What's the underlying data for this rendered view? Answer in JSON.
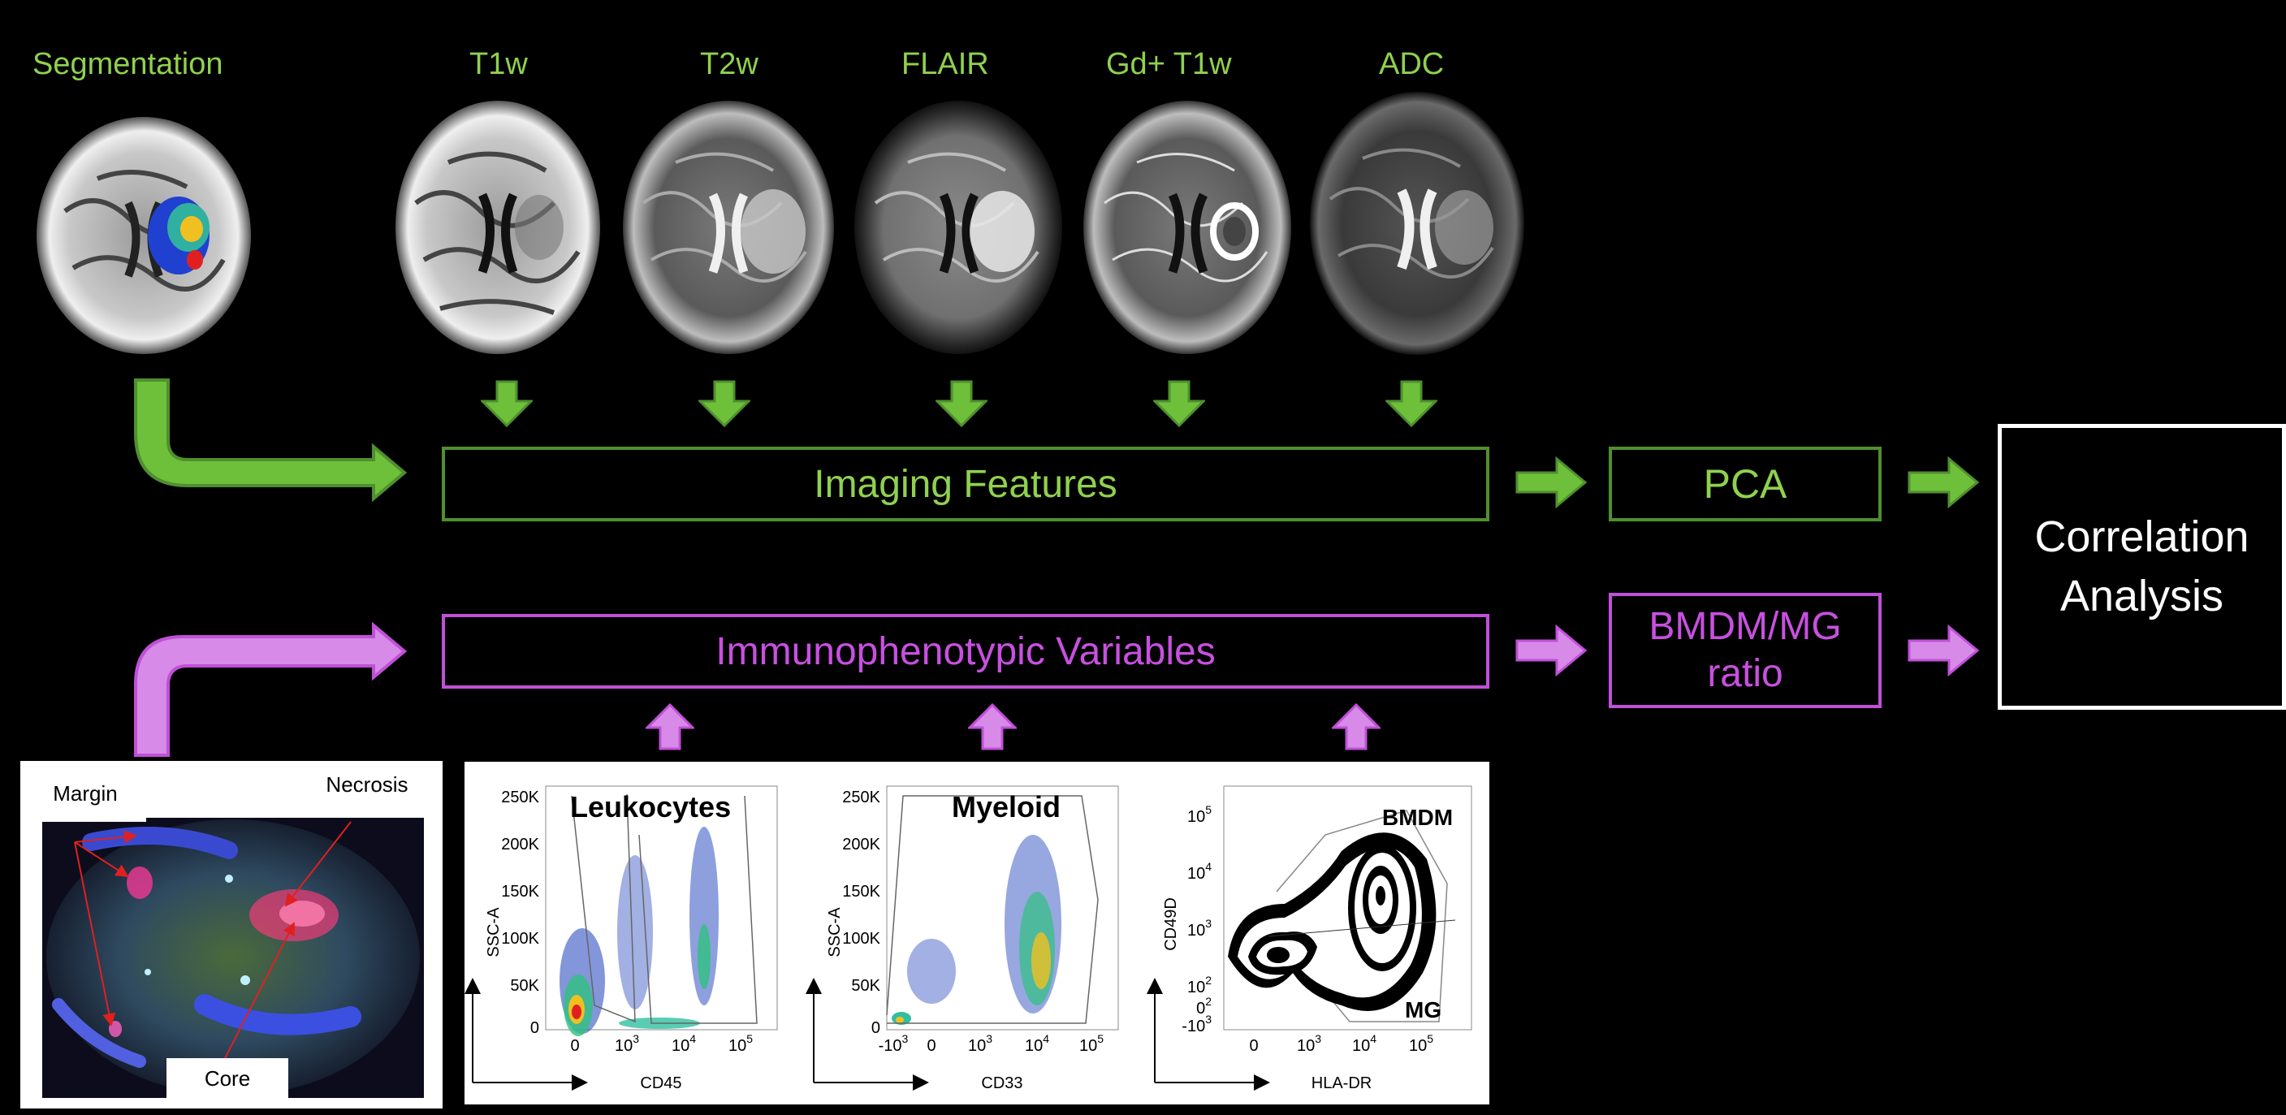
{
  "modalities": {
    "segmentation": "Segmentation",
    "t1w": "T1w",
    "t2w": "T2w",
    "flair": "FLAIR",
    "gd_t1w": "Gd+ T1w",
    "adc": "ADC"
  },
  "boxes": {
    "imaging_features": "Imaging Features",
    "pca": "PCA",
    "immuno_variables": "Immunophenotypic Variables",
    "bmdm_mg_ratio": "BMDM/MG ratio",
    "correlation_line1": "Correlation",
    "correlation_line2": "Analysis"
  },
  "photo_tags": {
    "margin": "Margin",
    "necrosis": "Necrosis",
    "core": "Core"
  },
  "flow_panels": {
    "leukocytes": {
      "title": "Leukocytes",
      "x_label": "CD45",
      "y_label": "SSC-A",
      "y_ticks": [
        "250K",
        "200K",
        "150K",
        "100K",
        "50K",
        "0"
      ],
      "x_ticks": [
        "0",
        "10",
        "10",
        "10"
      ],
      "x_tick_exps": [
        "",
        "3",
        "4",
        "5"
      ]
    },
    "myeloid": {
      "title": "Myeloid",
      "x_label": "CD33",
      "y_label": "SSC-A",
      "y_ticks": [
        "250K",
        "200K",
        "150K",
        "100K",
        "50K",
        "0"
      ],
      "x_ticks": [
        "-10",
        "0",
        "10",
        "10",
        "10"
      ],
      "x_tick_exps": [
        "3",
        "",
        "3",
        "4",
        "5"
      ]
    },
    "hla": {
      "title_top": "BMDM",
      "title_bottom": "MG",
      "x_label": "HLA-DR",
      "y_label": "CD49D",
      "y_ticks": [
        "10",
        "10",
        "10",
        "10",
        "0",
        "-10"
      ],
      "y_tick_exps": [
        "5",
        "4",
        "3",
        "2",
        "2",
        "3"
      ],
      "x_ticks": [
        "0",
        "10",
        "10",
        "10"
      ],
      "x_tick_exps": [
        "",
        "3",
        "4",
        "5"
      ]
    }
  },
  "colors": {
    "green_text": "#8fd14f",
    "green_box": "#4f8f2f",
    "green_arrow": "#6ec03a",
    "purple_text": "#c850e0",
    "purple_box": "#c050d8",
    "purple_arrow": "#d88ae8"
  }
}
